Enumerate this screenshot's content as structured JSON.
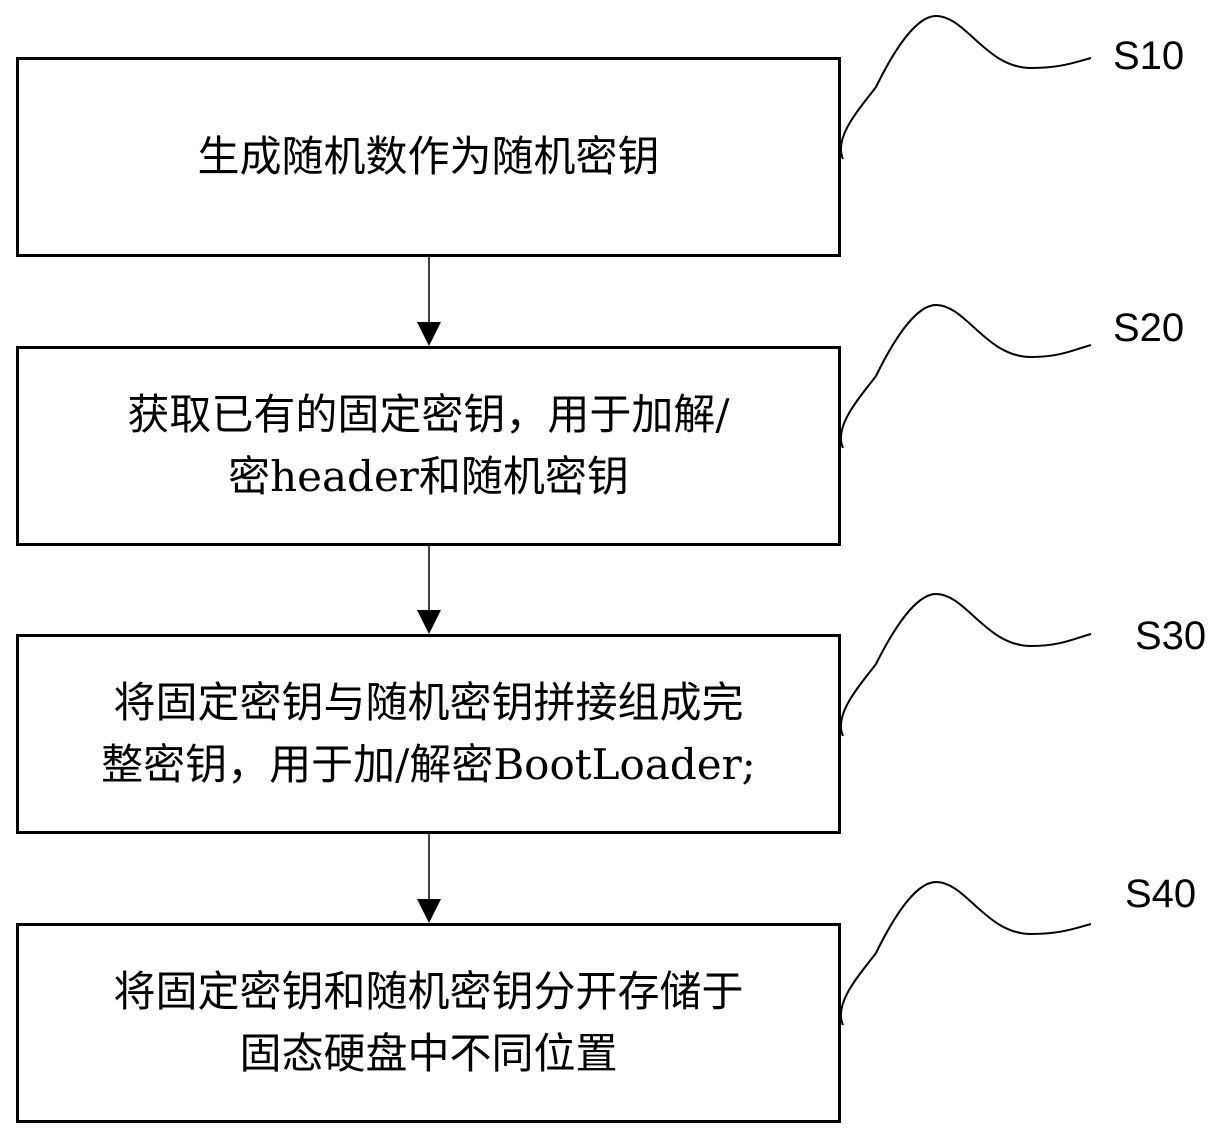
{
  "diagram": {
    "type": "flowchart",
    "direction": "top-to-bottom",
    "steps": [
      {
        "id": "S10",
        "label": "S10",
        "text": "生成随机数作为随机密钥"
      },
      {
        "id": "S20",
        "label": "S20",
        "text": "获取已有的固定密钥，用于加解/\n密header和随机密钥"
      },
      {
        "id": "S30",
        "label": "S30",
        "text": "将固定密钥与随机密钥拼接组成完\n整密钥，用于加/解密BootLoader;"
      },
      {
        "id": "S40",
        "label": "S40",
        "text": "将固定密钥和随机密钥分开存储于\n固态硬盘中不同位置"
      }
    ],
    "connections": [
      {
        "from": "S10",
        "to": "S20"
      },
      {
        "from": "S20",
        "to": "S30"
      },
      {
        "from": "S30",
        "to": "S40"
      }
    ],
    "colors": {
      "stroke": "#000000",
      "background": "#ffffff",
      "text": "#000000"
    }
  }
}
